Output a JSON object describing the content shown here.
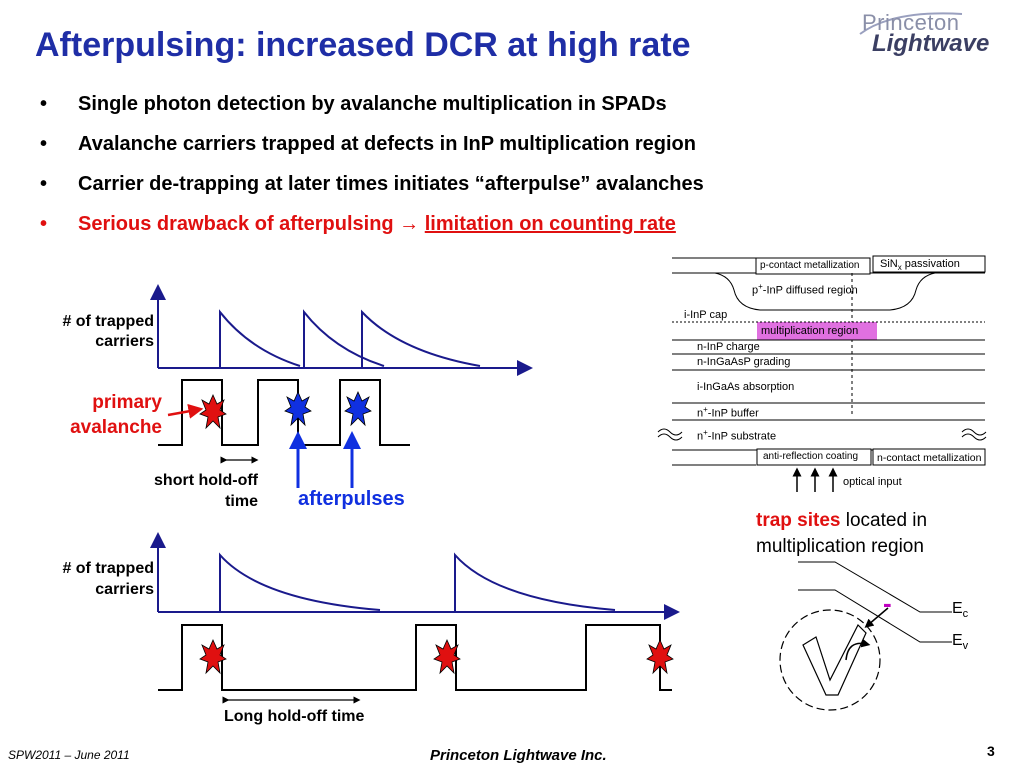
{
  "slide": {
    "title": "Afterpulsing:  increased DCR at high rate",
    "logo": {
      "line1": "Princeton",
      "line2": "Lightwave"
    },
    "bullets": [
      {
        "text": "Single photon detection by avalanche multiplication in SPADs"
      },
      {
        "text": "Avalanche carriers trapped at defects in InP multiplication region"
      },
      {
        "text": "Carrier de-trapping at later times initiates “afterpulse” avalanches"
      },
      {
        "text_a": "Serious drawback of afterpulsing → ",
        "text_b": "limitation on counting rate"
      }
    ],
    "bullet_symbol": "•",
    "footer": {
      "left": "SPW2011 – June 2011",
      "center": "Princeton Lightwave Inc.",
      "page": "3"
    }
  },
  "top_diagram": {
    "ylabel_line1": "# of trapped",
    "ylabel_line2": "carriers",
    "primary_line1": "primary",
    "primary_line2": "avalanche",
    "holdoff_line1": "short hold-off",
    "holdoff_line2": "time",
    "afterpulses": "afterpulses",
    "colors": {
      "axis": "#1a1a8c",
      "pulse": "#000000",
      "primary": "#e01010",
      "after": "#1030e0"
    }
  },
  "bottom_diagram": {
    "ylabel_line1": "# of trapped",
    "ylabel_line2": "carriers",
    "holdoff": "Long hold-off time"
  },
  "device": {
    "p_contact": "p-contact metallization",
    "sin_passivation": "SiN",
    "sin_sub": "x",
    "sin_suffix": " passivation",
    "p_diffused_pre": "p",
    "p_diffused_sup": "+",
    "p_diffused_post": "-InP diffused region",
    "i_inp_cap": "i-InP cap",
    "multiplication": "multiplication region",
    "n_inp_charge": "n-InP charge",
    "n_ingaasp": "n-InGaAsP grading",
    "i_ingaas": "i-InGaAs absorption",
    "n_buffer_pre": "n",
    "n_buffer_sup": "+",
    "n_buffer_post": "-InP buffer",
    "n_substrate_pre": "n",
    "n_substrate_sup": "+",
    "n_substrate_post": "-InP substrate",
    "anti_reflection": "anti-reflection coating",
    "n_contact": "n-contact metallization",
    "optical_input": "optical input",
    "multiplication_color": "#e070e0"
  },
  "trap": {
    "highlight": "trap sites",
    "rest": " located in",
    "line2": "multiplication region",
    "ec": "E",
    "ec_sub": "c",
    "ev": "E",
    "ev_sub": "v",
    "electron": "-"
  }
}
